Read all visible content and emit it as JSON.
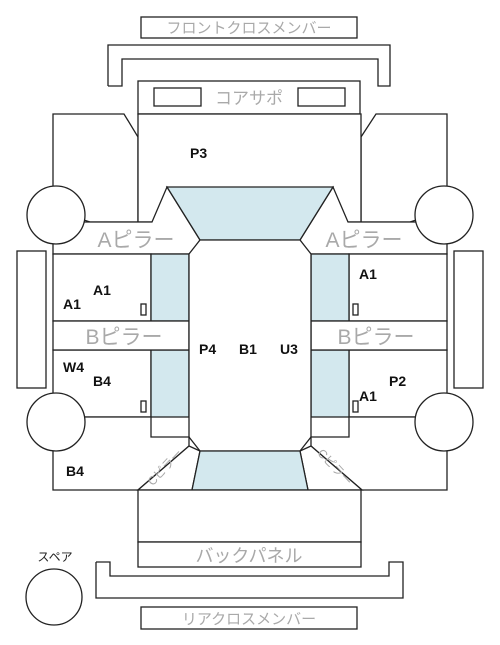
{
  "labels": {
    "front_cross_member": "フロントクロスメンバー",
    "core_support": "コアサポ",
    "a_pillar_left": "Aピラー",
    "a_pillar_right": "Aピラー",
    "b_pillar_left": "Bピラー",
    "b_pillar_right": "Bピラー",
    "c_pillar_left": "Cピラー",
    "c_pillar_right": "Cピラー",
    "back_panel": "バックパネル",
    "rear_cross_member": "リアクロスメンバー",
    "spare": "スペア"
  },
  "codes": {
    "hood": "P3",
    "roof_left": "P4",
    "roof_center": "B1",
    "roof_right": "U3",
    "front_left_door_a": "A1",
    "front_left_door_b": "A1",
    "rear_left_door_w": "W4",
    "rear_left_door_b": "B4",
    "rear_left_quarter": "B4",
    "front_right_door": "A1",
    "rear_right_door_p": "P2",
    "rear_right_door_a": "A1"
  },
  "colors": {
    "line": "#222222",
    "glass": "#d3e8ee",
    "label_gray": "#a9a9a9",
    "code_text": "#111111"
  }
}
